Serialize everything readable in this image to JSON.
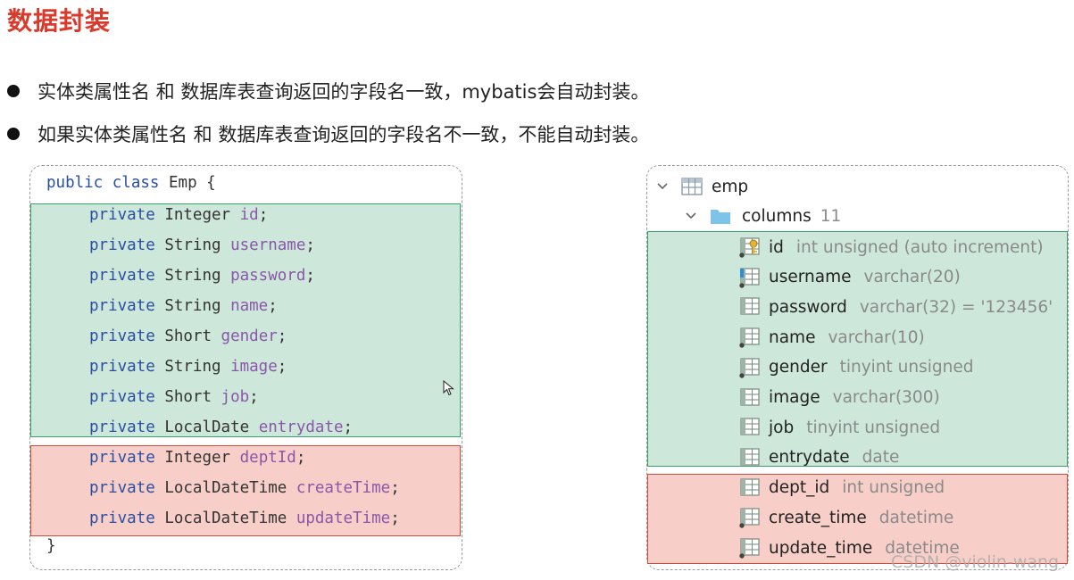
{
  "title": "数据封装",
  "bullets": [
    "实体类属性名 和 数据库表查询返回的字段名一致，mybatis会自动封装。",
    "如果实体类属性名 和 数据库表查询返回的字段名不一致，不能自动封装。"
  ],
  "code": {
    "header_kw1": "public",
    "header_kw2": "class",
    "header_name": "Emp",
    "header_brace": "{",
    "closing_brace": "}",
    "fields": [
      {
        "modifier": "private",
        "type": "Integer",
        "name": "id",
        "group": "match"
      },
      {
        "modifier": "private",
        "type": "String",
        "name": "username",
        "group": "match"
      },
      {
        "modifier": "private",
        "type": "String",
        "name": "password",
        "group": "match"
      },
      {
        "modifier": "private",
        "type": "String",
        "name": "name",
        "group": "match"
      },
      {
        "modifier": "private",
        "type": "Short",
        "name": "gender",
        "group": "match"
      },
      {
        "modifier": "private",
        "type": "String",
        "name": "image",
        "group": "match"
      },
      {
        "modifier": "private",
        "type": "Short",
        "name": "job",
        "group": "match"
      },
      {
        "modifier": "private",
        "type": "LocalDate",
        "name": "entrydate",
        "group": "match"
      },
      {
        "modifier": "private",
        "type": "Integer",
        "name": "deptId",
        "group": "mismatch"
      },
      {
        "modifier": "private",
        "type": "LocalDateTime",
        "name": "createTime",
        "group": "mismatch"
      },
      {
        "modifier": "private",
        "type": "LocalDateTime",
        "name": "updateTime",
        "group": "mismatch"
      }
    ]
  },
  "db": {
    "table_name": "emp",
    "folder_name": "columns",
    "column_count": "11",
    "columns": [
      {
        "name": "id",
        "type": "int unsigned (auto increment)",
        "icon": "primary-key-column-icon"
      },
      {
        "name": "username",
        "type": "varchar(20)",
        "icon": "unique-column-icon"
      },
      {
        "name": "password",
        "type": "varchar(32) = '123456'",
        "icon": "column-icon"
      },
      {
        "name": "name",
        "type": "varchar(10)",
        "icon": "not-null-column-icon"
      },
      {
        "name": "gender",
        "type": "tinyint unsigned",
        "icon": "not-null-column-icon"
      },
      {
        "name": "image",
        "type": "varchar(300)",
        "icon": "column-icon"
      },
      {
        "name": "job",
        "type": "tinyint unsigned",
        "icon": "column-icon"
      },
      {
        "name": "entrydate",
        "type": "date",
        "icon": "column-icon"
      },
      {
        "name": "dept_id",
        "type": "int unsigned",
        "icon": "column-icon"
      },
      {
        "name": "create_time",
        "type": "datetime",
        "icon": "not-null-column-icon"
      },
      {
        "name": "update_time",
        "type": "datetime",
        "icon": "not-null-column-icon"
      }
    ]
  },
  "colors": {
    "title": "#d93a2b",
    "match_bg": "#cde8da",
    "match_border": "#3aa06a",
    "mismatch_bg": "#f7cfc8",
    "mismatch_border": "#d64a3c",
    "keyword": "#2a4ea0",
    "field": "#8a57a8"
  },
  "watermark": "CSDN @violin-wang"
}
